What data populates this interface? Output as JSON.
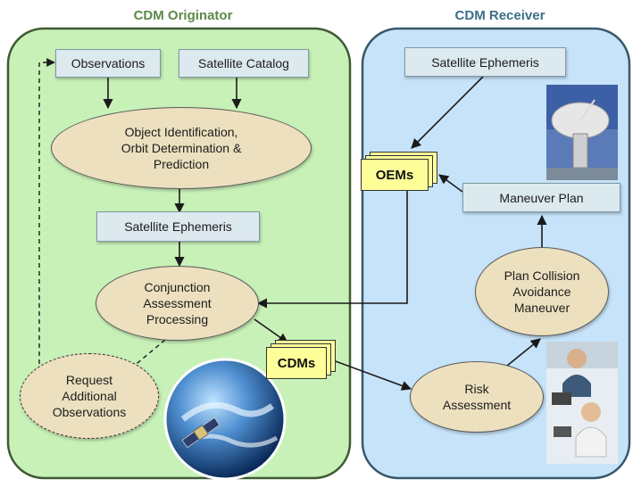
{
  "originator": {
    "title": "CDM Originator",
    "observations": "Observations",
    "satellite_catalog": "Satellite Catalog",
    "orbit_determination": "Object Identification,\nOrbit Determination &\nPrediction",
    "satellite_ephemeris": "Satellite Ephemeris",
    "conjunction_assessment": "Conjunction\nAssessment\nProcessing",
    "request_observations": "Request\nAdditional\nObservations"
  },
  "receiver": {
    "title": "CDM Receiver",
    "satellite_ephemeris": "Satellite Ephemeris",
    "maneuver_plan": "Maneuver Plan",
    "plan_maneuver": "Plan Collision\nAvoidance\nManeuver",
    "risk_assessment": "Risk\nAssessment"
  },
  "messages": {
    "oems": "OEMs",
    "cdms": "CDMs"
  },
  "colors": {
    "originator_panel": "#c8f1b8",
    "receiver_panel": "#c6e3f9",
    "originator_title": "#5a8a46",
    "receiver_title": "#3b6f88",
    "ellipse_fill": "#ede0bf",
    "box_fill": "#dce9ee",
    "document_fill": "#ffff9a"
  },
  "images": {
    "earth": "earth-with-satellite-icon",
    "antenna": "radio-telescope-icon",
    "analysts": "analysts-at-workstation-icon"
  }
}
